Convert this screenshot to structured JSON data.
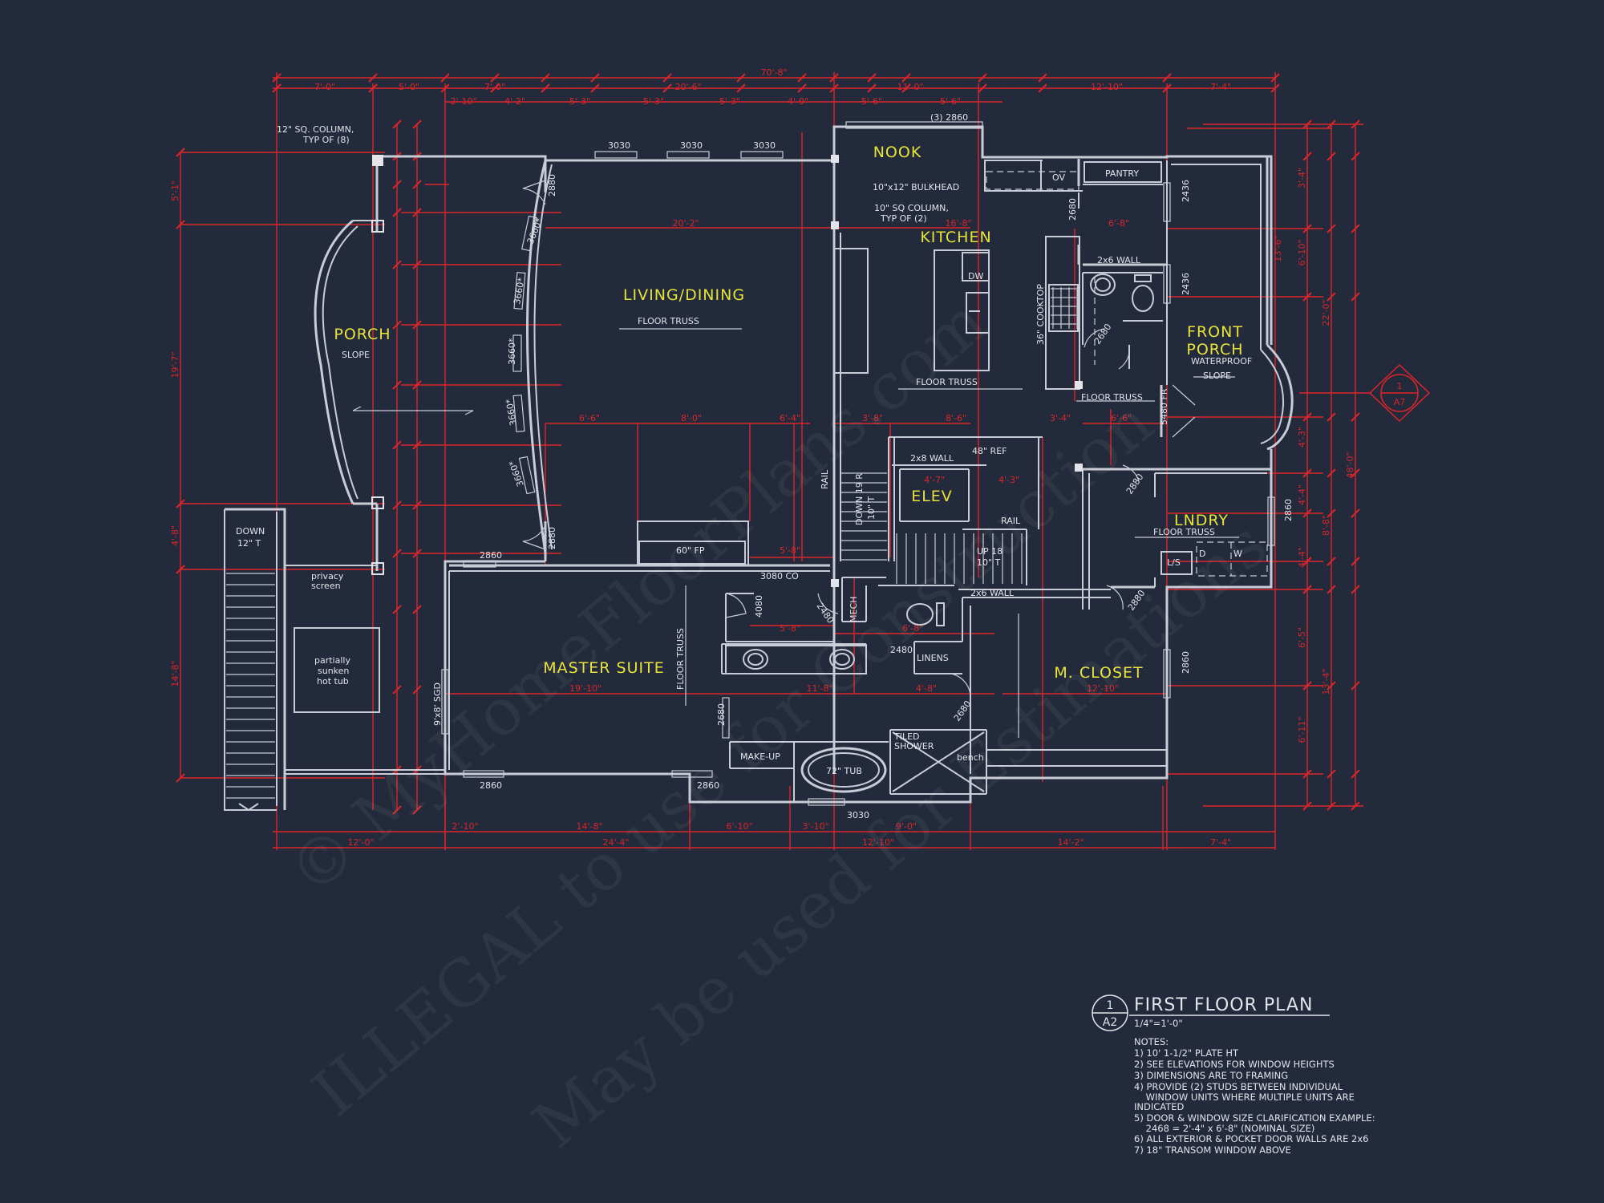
{
  "rooms": {
    "porch": "PORCH",
    "living": "LIVING/DINING",
    "nook": "NOOK",
    "kitchen": "KITCHEN",
    "front_porch_1": "FRONT",
    "front_porch_2": "PORCH",
    "elev": "ELEV",
    "laundry": "LNDRY",
    "master": "MASTER SUITE",
    "closet": "M. CLOSET"
  },
  "labels": {
    "column1": "12\" SQ. COLUMN,",
    "column1b": "TYP OF (8)",
    "slope_porch": "SLOPE",
    "living_truss": "FLOOR TRUSS",
    "bulkhead": "10\"x12\" BULKHEAD",
    "column2": "10\" SQ COLUMN,",
    "column2b": "TYP OF (2)",
    "window_2860_top": "(3) 2860",
    "ov": "OV",
    "pantry": "PANTRY",
    "dw": "DW",
    "cooktop": "36\" COOKTOP",
    "wall2x6_top": "2x6 WALL",
    "kitchen_truss": "FLOOR TRUSS",
    "waterproof": "WATERPROOF",
    "slope_front": "SLOPE",
    "front_truss": "FLOOR TRUSS",
    "door5480": "5480 FR",
    "wall2x8": "2x8 WALL",
    "ref": "48\" REF",
    "rail_v": "RAIL",
    "down19": "DOWN 19 R",
    "down19b": "10\" T",
    "rail_h": "RAIL",
    "up18": "UP 18",
    "up18b": "10\" T",
    "laundry_truss": "FLOOR TRUSS",
    "ls": "L/S",
    "d": "D",
    "wshr": "W",
    "down12": "DOWN",
    "down12b": "12\" T",
    "privacy": "privacy",
    "privacy2": "screen",
    "hottub1": "partially",
    "hottub2": "sunken",
    "hottub3": "hot tub",
    "fp": "60\" FP",
    "co": "3080 CO",
    "mech": "MECH",
    "master_truss": "FLOOR TRUSS",
    "wall2x6_mid": "2x6 WALL",
    "linens": "LINENS",
    "makeup": "MAKE-UP",
    "tub": "72\" TUB",
    "shower1": "TILED",
    "shower2": "SHOWER",
    "bench": "bench",
    "sgd": "9'x8' SGD",
    "north_num": "1",
    "north_ref": "A7"
  },
  "windows": [
    "3030",
    "3030",
    "3030",
    "2880",
    "3660*",
    "3660*",
    "3660*",
    "3660*",
    "3660*",
    "2880",
    "2860",
    "4080",
    "2480",
    "2480",
    "2680",
    "2860",
    "2860",
    "3030",
    "2436",
    "2436",
    "2680",
    "2680",
    "2880",
    "2860",
    "2880",
    "2680",
    "2860"
  ],
  "dimensions": {
    "top_total": "70'-8\"",
    "top": [
      "7'-0\"",
      "5'-0\"",
      "7'-0\"",
      "20'-6\"",
      "11'-0\"",
      "12'-10\"",
      "7'-4\""
    ],
    "top2": [
      "2'-10\"",
      "4'-2\"",
      "5'-3\"",
      "5'-3\"",
      "5'-3\"",
      "4'-9\"",
      "5'-6\"",
      "5'-6\""
    ],
    "bottom": [
      "2'-10\"",
      "14'-8\"",
      "6'-10\"",
      "3'-10\"",
      "9'-0\""
    ],
    "bottom2": [
      "12'-0\"",
      "24'-4\"",
      "12'-10\"",
      "14'-2\"",
      "7'-4\""
    ],
    "interior": [
      "20'-2\"",
      "16'-8\"",
      "6'-8\"",
      "6'-6\"",
      "8'-0\"",
      "6'-4\"",
      "3'-8\"",
      "8'-6\"",
      "3'-4\"",
      "6'-6\"",
      "4'-7\"",
      "4'-3\"",
      "5'-8\"",
      "5'-8\"",
      "19'-10\"",
      "11'-8\"",
      "4'-8\"",
      "12'-10\"",
      "6'-8\""
    ],
    "left": [
      "5'-1\"",
      "19'-7\"",
      "4'-8\"",
      "14'-8\""
    ],
    "right": [
      "48'-0\"",
      "22'-0\"",
      "6'-10\"",
      "13'-6\"",
      "8'-8\"",
      "13'-4\"",
      "6'-5\"",
      "6'-11\"",
      "3'-4\"",
      "4'-3\"",
      "4'-4\"",
      "4'-4\""
    ]
  },
  "title_block": {
    "num": "1",
    "sheet": "A2",
    "title": "FIRST FLOOR PLAN",
    "scale": "1/4\"=1'-0\"",
    "notes_header": "NOTES:",
    "notes": [
      "1) 10' 1-1/2\" PLATE HT",
      "2) SEE ELEVATIONS FOR WINDOW HEIGHTS",
      "3) DIMENSIONS ARE TO FRAMING",
      "4) PROVIDE (2) STUDS BETWEEN INDIVIDUAL",
      "    WINDOW UNITS WHERE MULTIPLE UNITS ARE",
      "INDICATED",
      "5) DOOR & WINDOW SIZE CLARIFICATION EXAMPLE:",
      "    2468 = 2'-4\" x 6'-8\" (NOMINAL SIZE)",
      "6) ALL EXTERIOR & POCKET DOOR WALLS ARE 2x6",
      "7) 18\" TRANSOM WINDOW ABOVE"
    ]
  },
  "watermark": {
    "line1": "© MyHomeFloorPlans.com",
    "line2": "ILLEGAL to use for Construction",
    "line3": "May be used for Estimations"
  }
}
